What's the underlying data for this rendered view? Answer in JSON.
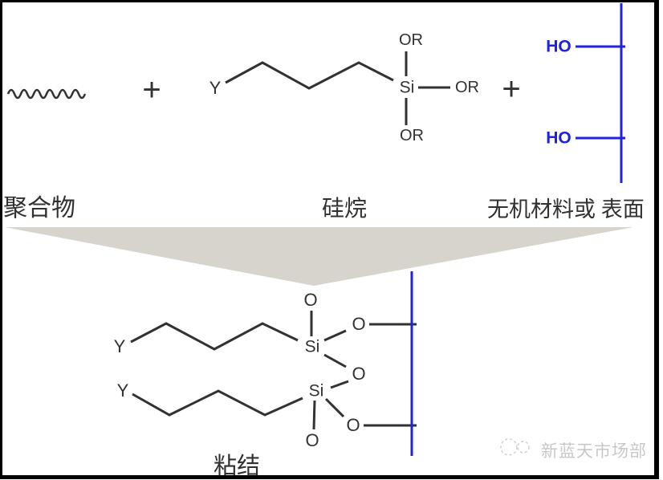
{
  "colors": {
    "structure": "#323232",
    "blue": "#2121e0",
    "triangle": "#d7d3cd",
    "label": "#313131",
    "watermark": "#c8c8c8"
  },
  "labels": {
    "polymer": "聚合物",
    "silane": "硅烷",
    "surface": "无机材料或 表面",
    "bond": "粘结"
  },
  "operators": {
    "plus1": "+",
    "plus2": "+"
  },
  "silane_molecule": {
    "y": "Y",
    "si": "Si",
    "or_top": "OR",
    "or_right": "OR",
    "or_bottom": "OR"
  },
  "surface_groups": {
    "ho_top": "HO",
    "ho_bottom": "HO"
  },
  "product_molecule": {
    "y_top": "Y",
    "y_bottom": "Y",
    "si_top": "Si",
    "si_bottom": "Si",
    "o_top": "O",
    "o_upper_right": "O",
    "o_bridge": "O",
    "o_lower_right": "O",
    "o_bottom": "O"
  },
  "watermark": {
    "text": "新蓝天市场部"
  }
}
